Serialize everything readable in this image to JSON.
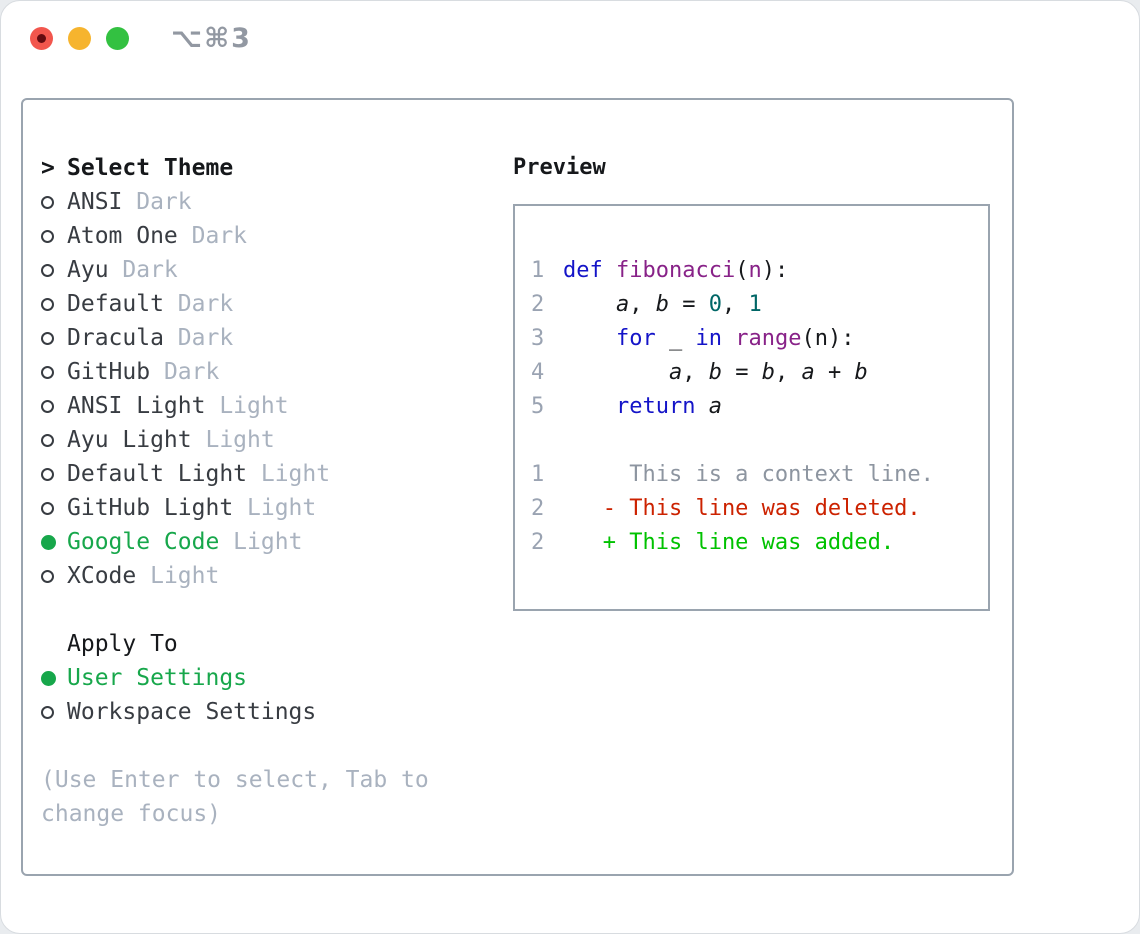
{
  "colors": {
    "accent_green": "#17a74b",
    "keyword": "#1414c8",
    "function": "#882288",
    "literal": "#006666",
    "deleted": "#cc2200",
    "added": "#00c200",
    "muted": "#a9b2bf",
    "ink": "#16181b",
    "item": "#383c42",
    "line_number": "#9aa3b2",
    "context": "#8d95a0",
    "panel_border": "#9aa4af",
    "titlebar_title": "#9298a2",
    "traffic_red": "#f2564d",
    "traffic_red_dot": "#640b10",
    "traffic_yellow": "#f6b42e",
    "traffic_green": "#33c141"
  },
  "window": {
    "title": "⌥⌘3"
  },
  "theme_list": {
    "cursor": ">",
    "title": "Select Theme",
    "items": [
      {
        "name": "ANSI",
        "variant": "Dark",
        "selected": false
      },
      {
        "name": "Atom One",
        "variant": "Dark",
        "selected": false
      },
      {
        "name": "Ayu",
        "variant": "Dark",
        "selected": false
      },
      {
        "name": "Default",
        "variant": "Dark",
        "selected": false
      },
      {
        "name": "Dracula",
        "variant": "Dark",
        "selected": false
      },
      {
        "name": "GitHub",
        "variant": "Dark",
        "selected": false
      },
      {
        "name": "ANSI Light",
        "variant": "Light",
        "selected": false
      },
      {
        "name": "Ayu Light",
        "variant": "Light",
        "selected": false
      },
      {
        "name": "Default Light",
        "variant": "Light",
        "selected": false
      },
      {
        "name": "GitHub Light",
        "variant": "Light",
        "selected": false
      },
      {
        "name": "Google Code",
        "variant": "Light",
        "selected": true
      },
      {
        "name": "XCode",
        "variant": "Light",
        "selected": false
      }
    ]
  },
  "apply_to": {
    "title": "Apply To",
    "options": [
      {
        "label": "User Settings",
        "selected": true
      },
      {
        "label": "Workspace Settings",
        "selected": false
      }
    ]
  },
  "help_text": "(Use Enter to select, Tab to change focus)",
  "preview": {
    "title": "Preview",
    "code_lines": [
      {
        "num": "1",
        "tokens": [
          [
            "kw",
            "def"
          ],
          [
            "pln",
            " "
          ],
          [
            "fn",
            "fibonacci"
          ],
          [
            "pln",
            "("
          ],
          [
            "fn",
            "n"
          ],
          [
            "pln",
            "):"
          ]
        ]
      },
      {
        "num": "2",
        "tokens": [
          [
            "pln",
            "    "
          ],
          [
            "var",
            "a"
          ],
          [
            "pln",
            ", "
          ],
          [
            "var",
            "b"
          ],
          [
            "pln",
            " = "
          ],
          [
            "lit",
            "0"
          ],
          [
            "pln",
            ", "
          ],
          [
            "lit",
            "1"
          ]
        ]
      },
      {
        "num": "3",
        "tokens": [
          [
            "pln",
            "    "
          ],
          [
            "kw",
            "for"
          ],
          [
            "pln",
            " _ "
          ],
          [
            "kw",
            "in"
          ],
          [
            "pln",
            " "
          ],
          [
            "fn",
            "range"
          ],
          [
            "pln",
            "(n):"
          ]
        ]
      },
      {
        "num": "4",
        "tokens": [
          [
            "pln",
            "        "
          ],
          [
            "var",
            "a"
          ],
          [
            "pln",
            ", "
          ],
          [
            "var",
            "b"
          ],
          [
            "pln",
            " = "
          ],
          [
            "var",
            "b"
          ],
          [
            "pln",
            ", "
          ],
          [
            "var",
            "a"
          ],
          [
            "pln",
            " + "
          ],
          [
            "var",
            "b"
          ]
        ]
      },
      {
        "num": "5",
        "tokens": [
          [
            "pln",
            "    "
          ],
          [
            "kw",
            "return"
          ],
          [
            "pln",
            " "
          ],
          [
            "var",
            "a"
          ]
        ]
      }
    ],
    "diff_lines": [
      {
        "num": "1",
        "kind": "context",
        "text": "     This is a context line."
      },
      {
        "num": "2",
        "kind": "deleted",
        "text": "   - This line was deleted."
      },
      {
        "num": "2",
        "kind": "added",
        "text": "   + This line was added."
      }
    ]
  }
}
